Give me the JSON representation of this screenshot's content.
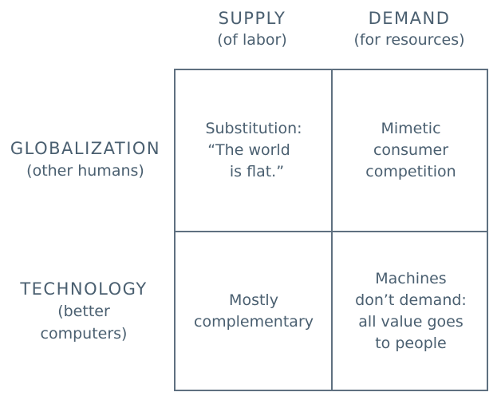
{
  "columns": [
    {
      "title": "SUPPLY",
      "subtitle": "(of labor)"
    },
    {
      "title": "DEMAND",
      "subtitle": "(for resources)"
    }
  ],
  "rows": [
    {
      "title": "GLOBALIZATION",
      "subtitle": "(other humans)"
    },
    {
      "title": "TECHNOLOGY",
      "subtitle_line1": "(better",
      "subtitle_line2": "computers)"
    }
  ],
  "cells": {
    "globalization_supply": {
      "line1": "Substitution:",
      "line2": "“The world",
      "line3": "is flat.”"
    },
    "globalization_demand": {
      "line1": "Mimetic",
      "line2": "consumer",
      "line3": "competition"
    },
    "technology_supply": {
      "line1": "Mostly",
      "line2": "complementary"
    },
    "technology_demand": {
      "line1": "Machines",
      "line2": "don’t demand:",
      "line3": "all value goes",
      "line4": "to people"
    }
  }
}
